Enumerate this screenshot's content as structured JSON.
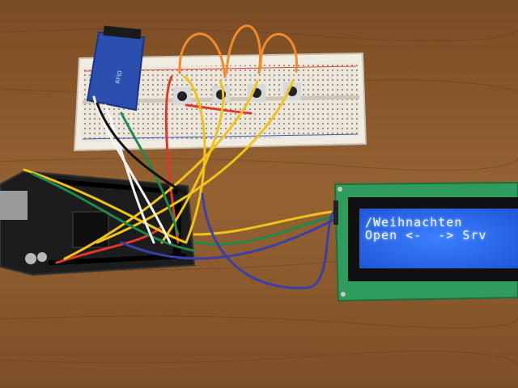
{
  "scene": {
    "surface": "wooden table",
    "objects": [
      "breadboard",
      "arduino-mega-board",
      "rfid-module",
      "lcd-display",
      "push-buttons",
      "jumper-wires"
    ]
  },
  "lcd": {
    "line1": "/Weihnachten",
    "line2": "Open <-  -> Srv",
    "background_color": "#2f6ef0",
    "text_color": "#eef4ff",
    "pcb_color": "#2f9b5c"
  },
  "colors": {
    "wood": "#8a5a2e",
    "breadboard": "#ece6da",
    "arduino": "#1c1c1c",
    "rfid_module": "#2a4fae",
    "wire_yellow": "#f0c21a",
    "wire_orange": "#f08a2a",
    "wire_red": "#e0392a",
    "wire_green": "#1e8a4a",
    "wire_blue": "#3b3fa8",
    "wire_white": "#f4f4f4"
  }
}
